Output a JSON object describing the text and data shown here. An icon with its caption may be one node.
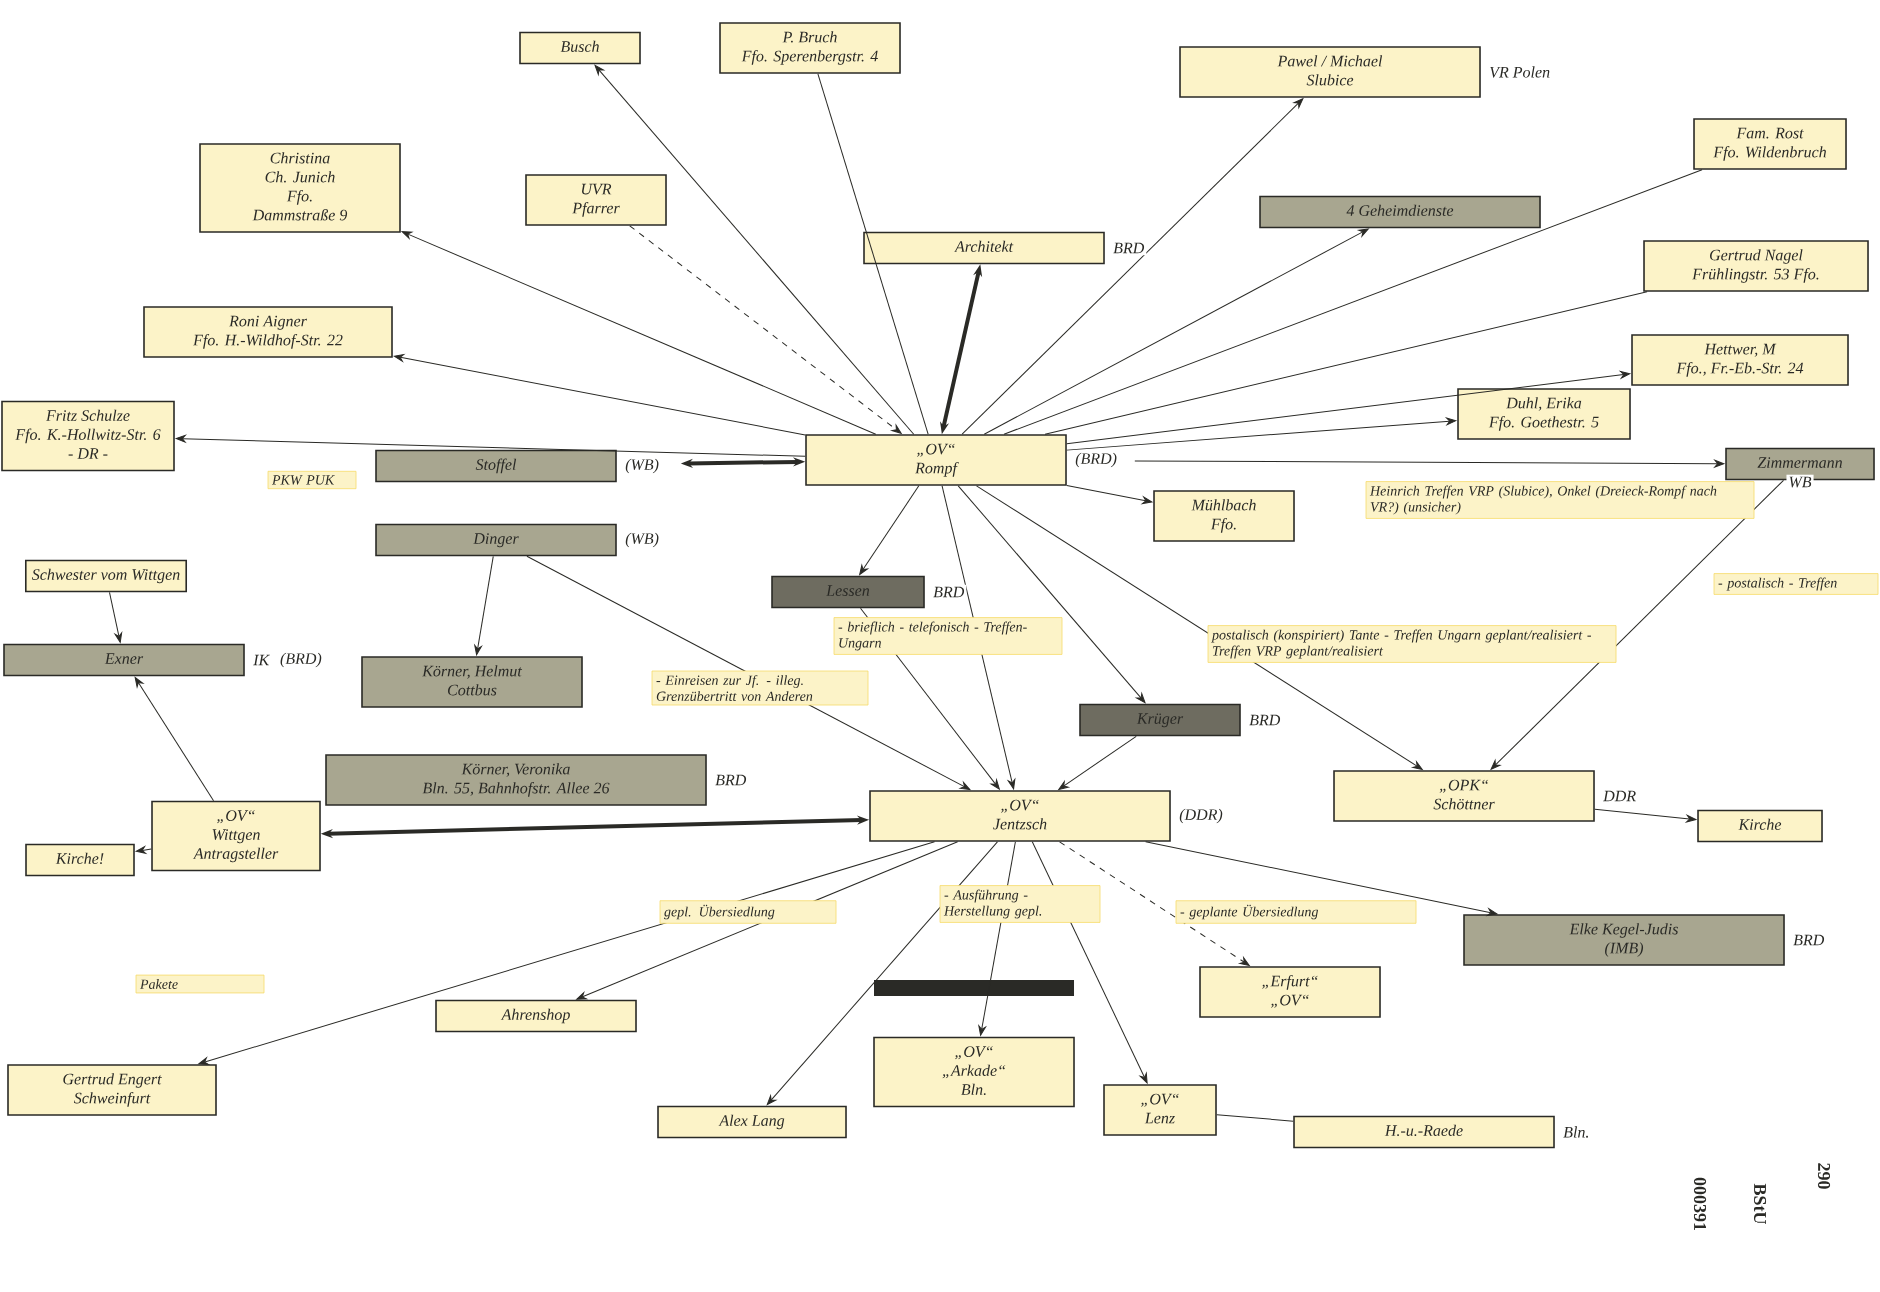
{
  "diagram": {
    "nodes": [
      {
        "text": [
          "Busch"
        ]
      },
      {
        "text": [
          "P. Bruch",
          "Ffo. Sperenbergstr. 4"
        ]
      },
      {
        "text": [
          "Christina",
          "Ch. Junich",
          "Ffo.",
          "Dammstraße 9"
        ]
      },
      {
        "text": [
          "UVR",
          "Pfarrer"
        ]
      },
      {
        "text": [
          "Architekt"
        ],
        "beside": [
          "BRD"
        ]
      },
      {
        "text": [
          "Pawel / Michael",
          "Slubice"
        ],
        "beside": [
          "VR Polen"
        ]
      },
      {
        "text": [
          "4 Geheimdienste"
        ]
      },
      {
        "text": [
          "Fam. Rost",
          "Ffo. Wildenbruch"
        ]
      },
      {
        "text": [
          "Gertrud Nagel",
          "Frühlingstr. 53 Ffo."
        ]
      },
      {
        "text": [
          "Hettwer, M",
          "Ffo., Fr.-Eb.-Str. 24"
        ]
      },
      {
        "text": [
          "Duhl, Erika",
          "Ffo. Goethestr. 5"
        ]
      },
      {
        "text": [
          "Zimmermann"
        ],
        "beside": [
          "WB"
        ]
      },
      {
        "text": [
          "„OV“",
          "Rompf"
        ],
        "beside": [
          "(BRD)"
        ]
      },
      {
        "text": [
          "Mühlbach",
          "Ffo."
        ]
      },
      {
        "text": [
          "Fritz Schulze",
          "Ffo. K.-Hollwitz-Str. 6",
          "- DR -"
        ]
      },
      {
        "text": [
          "Roni Aigner",
          "Ffo. H.-Wildhof-Str. 22"
        ]
      },
      {
        "text": [
          "Stoffel"
        ],
        "beside": [
          "(WB)"
        ]
      },
      {
        "text": [
          "Dinger"
        ],
        "beside": [
          "(WB)"
        ]
      },
      {
        "text": [
          "Schwester vom Wittgen"
        ]
      },
      {
        "text": [
          "Exner"
        ],
        "beside": [
          "IK",
          "(BRD)"
        ]
      },
      {
        "text": [
          "Lessen"
        ],
        "beside": [
          "BRD"
        ]
      },
      {
        "text": [
          "Körner, Helmut",
          "Cottbus"
        ]
      },
      {
        "text": [
          "Körner, Veronika",
          "Bln. 55, Bahnhofstr. Allee 26"
        ],
        "beside": [
          "BRD"
        ]
      },
      {
        "text": [
          "Krüger"
        ],
        "beside": [
          "BRD"
        ]
      },
      {
        "text": [
          "„OV“",
          "Jentzsch"
        ],
        "beside": [
          "(DDR)"
        ]
      },
      {
        "text": [
          "„OPK“",
          "Schöttner"
        ],
        "beside": [
          "DDR"
        ]
      },
      {
        "text": [
          "Kirche"
        ]
      },
      {
        "text": [
          "Kirche!"
        ]
      },
      {
        "text": [
          "„OV“",
          "Wittgen",
          "Antragsteller"
        ]
      },
      {
        "text": [
          "Elke Kegel-Judis",
          "(IMB)"
        ],
        "beside": [
          "BRD"
        ]
      },
      {
        "text": [
          "„Erfurt“",
          "„OV“"
        ]
      },
      {
        "text": [
          "Ahrenshop"
        ]
      },
      {
        "text": [
          "Gertrud Engert",
          "Schweinfurt"
        ]
      },
      {
        "text": [
          "„OV“",
          "„Arkade“",
          "Bln."
        ]
      },
      {
        "text": [
          "Alex Lang"
        ]
      },
      {
        "text": [
          "„OV“",
          "Lenz"
        ]
      },
      {
        "text": [
          "H.-u.-Raede"
        ],
        "beside": [
          "Bln."
        ]
      }
    ],
    "edges": [
      {
        "from": 12,
        "to": 0,
        "arrow": "to"
      },
      {
        "from": 12,
        "to": 1,
        "arrow": "none"
      },
      {
        "from": 12,
        "to": 2,
        "arrow": "to"
      },
      {
        "from": 3,
        "to": 12,
        "arrow": "to",
        "style": "dashed"
      },
      {
        "from": 12,
        "to": 15,
        "arrow": "to"
      },
      {
        "from": 12,
        "to": 14,
        "arrow": "to"
      },
      {
        "from": 12,
        "to": 4,
        "arrow": "both",
        "style": "thick"
      },
      {
        "from": 12,
        "to": 5,
        "arrow": "to"
      },
      {
        "from": 12,
        "to": 6,
        "arrow": "to"
      },
      {
        "from": 12,
        "to": 7,
        "arrow": "none"
      },
      {
        "from": 12,
        "to": 8,
        "arrow": "none"
      },
      {
        "from": 12,
        "to": 9,
        "arrow": "to"
      },
      {
        "from": 12,
        "to": 10,
        "arrow": "to"
      },
      {
        "from": 12,
        "to": 11,
        "arrow": "to"
      },
      {
        "from": 12,
        "to": 13,
        "arrow": "to"
      },
      {
        "from": 16,
        "to": 12,
        "arrow": "both",
        "style": "thick"
      },
      {
        "from": 12,
        "to": 20,
        "arrow": "to"
      },
      {
        "from": 12,
        "to": 24,
        "arrow": "to"
      },
      {
        "from": 12,
        "to": 23,
        "arrow": "to"
      },
      {
        "from": 12,
        "to": 25,
        "arrow": "to"
      },
      {
        "from": 11,
        "to": 25,
        "arrow": "to"
      },
      {
        "from": 25,
        "to": 26,
        "arrow": "to"
      },
      {
        "from": 17,
        "to": 21,
        "arrow": "to"
      },
      {
        "from": 17,
        "to": 24,
        "arrow": "to"
      },
      {
        "from": 20,
        "to": 24,
        "arrow": "to"
      },
      {
        "from": 23,
        "to": 24,
        "arrow": "to"
      },
      {
        "from": 24,
        "to": 28,
        "arrow": "both",
        "style": "thick"
      },
      {
        "from": 28,
        "to": 19,
        "arrow": "to"
      },
      {
        "from": 28,
        "to": 27,
        "arrow": "to"
      },
      {
        "from": 18,
        "to": 19,
        "arrow": "to"
      },
      {
        "from": 24,
        "to": 29,
        "arrow": "to"
      },
      {
        "from": 24,
        "to": 30,
        "arrow": "to",
        "style": "dashed"
      },
      {
        "from": 24,
        "to": 33,
        "arrow": "to"
      },
      {
        "from": 24,
        "to": 35,
        "arrow": "to"
      },
      {
        "from": 24,
        "to": 34,
        "arrow": "to"
      },
      {
        "from": 24,
        "to": 31,
        "arrow": "to"
      },
      {
        "from": 24,
        "to": 32,
        "arrow": "to"
      },
      {
        "from": 35,
        "to": 36,
        "arrow": "none"
      }
    ],
    "labels": [
      "PKW PUK",
      "Heinrich Treffen VRP (Slubice), Onkel (Dreieck-Rompf nach VR?) (unsicher)",
      "- postalisch - Treffen",
      "- brieflich - telefonisch - Treffen-Ungarn",
      "postalisch (konspiriert) Tante - Treffen Ungarn geplant/realisiert - Treffen VRP geplant/realisiert",
      "- Einreisen zur Jf. - illeg. Grenzübertritt von Anderen",
      "gepl. Übersiedlung",
      "- Ausführung - Herstellung gepl.",
      "- geplante Übersiedlung",
      "Pakete",
      "290",
      "BStU",
      "000391"
    ]
  }
}
